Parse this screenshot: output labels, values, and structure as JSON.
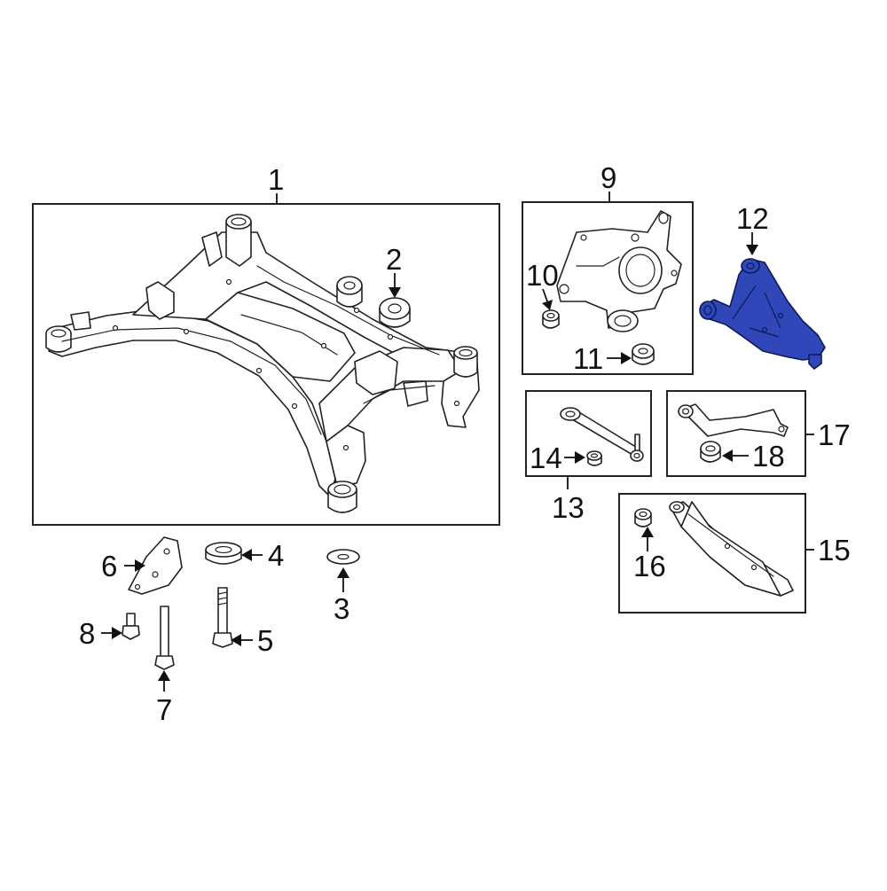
{
  "diagram": {
    "highlight_color": "#2f47b8",
    "callouts": [
      {
        "id": "1",
        "label": "1"
      },
      {
        "id": "2",
        "label": "2"
      },
      {
        "id": "3",
        "label": "3"
      },
      {
        "id": "4",
        "label": "4"
      },
      {
        "id": "5",
        "label": "5"
      },
      {
        "id": "6",
        "label": "6"
      },
      {
        "id": "7",
        "label": "7"
      },
      {
        "id": "8",
        "label": "8"
      },
      {
        "id": "9",
        "label": "9"
      },
      {
        "id": "10",
        "label": "10"
      },
      {
        "id": "11",
        "label": "11"
      },
      {
        "id": "12",
        "label": "12"
      },
      {
        "id": "13",
        "label": "13"
      },
      {
        "id": "14",
        "label": "14"
      },
      {
        "id": "15",
        "label": "15"
      },
      {
        "id": "16",
        "label": "16"
      },
      {
        "id": "17",
        "label": "17"
      },
      {
        "id": "18",
        "label": "18"
      }
    ]
  }
}
